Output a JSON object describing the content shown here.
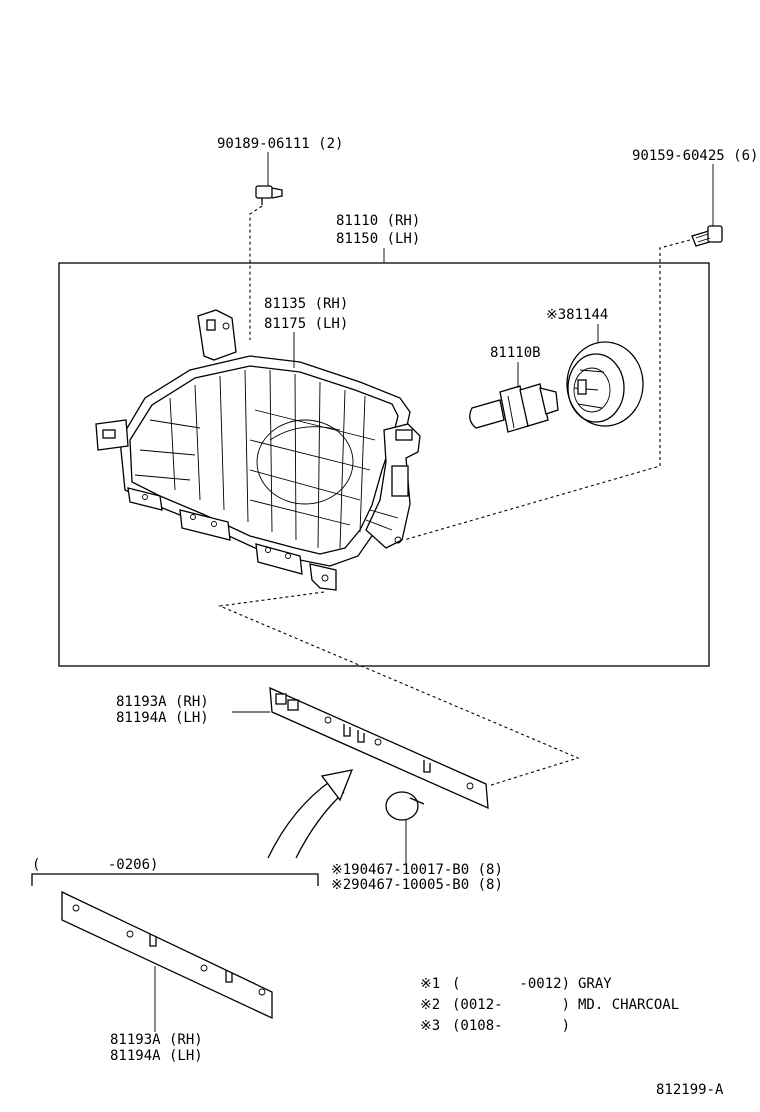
{
  "labels": {
    "screw_top": "90189-06111 (2)",
    "bolt_right": "90159-60425 (6)",
    "headlamp_rh": "81110 (RH)",
    "headlamp_lh": "81150 (LH)",
    "lens_rh": "81135 (RH)",
    "lens_lh": "81175 (LH)",
    "socket_cover": "※381144",
    "bulb": "81110B",
    "bracket_rh": "81193A (RH)",
    "bracket_lh": "81194A (LH)",
    "clip_1": "※190467-10017-B0 (8)",
    "clip_2": "※290467-10005-B0 (8)",
    "date_range": "(        -0206)",
    "bracket2_rh": "81193A (RH)",
    "bracket2_lh": "81194A (LH)",
    "drawing_id": "812199-A"
  },
  "notes": [
    {
      "mark": "※1",
      "range": "(       -0012)",
      "color": "GRAY"
    },
    {
      "mark": "※2",
      "range": "(0012-       )",
      "color": "MD. CHARCOAL"
    },
    {
      "mark": "※3",
      "range": "(0108-       )",
      "color": ""
    }
  ]
}
